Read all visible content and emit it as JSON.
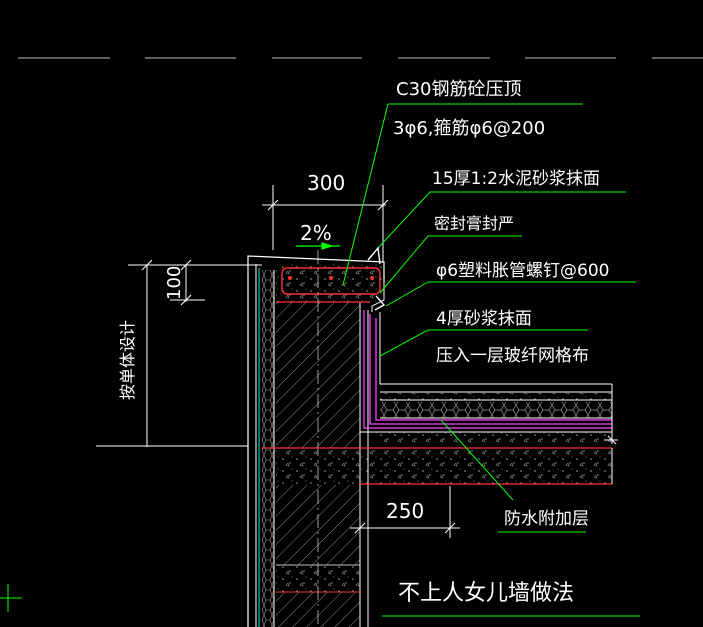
{
  "drawing": {
    "title": "不上人女儿墙做法",
    "annotations": {
      "coping": "C30钢筋砼压顶",
      "rebar": "3φ6,箍筋φ6@200",
      "plaster_top": "15厚1:2水泥砂浆抹面",
      "sealant": "密封膏封严",
      "nail": "φ6塑料胀管螺钉@600",
      "mortar": "4厚砂浆抹面",
      "mesh": "压入一层玻纤网格布",
      "waterproof": "防水附加层",
      "height_note": "按单体设计"
    },
    "dimensions": {
      "coping_width": "300",
      "slope": "2%",
      "coping_height": "100",
      "parapet_width": "250"
    }
  },
  "colors": {
    "background": "#000000",
    "leader": "#00ff00",
    "outline": "#ffffff",
    "hatch": "#9a9a9a",
    "rebar": "#ff3030",
    "membrane": "#ff40ff",
    "insulation": "#00e5e5"
  }
}
